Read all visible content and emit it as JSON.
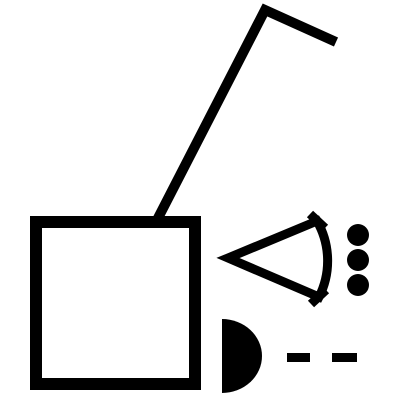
{
  "diagram": {
    "colors": {
      "background": "#ffffff",
      "stroke": "#000000"
    },
    "shapes": [
      {
        "name": "square-box",
        "kind": "outlined square"
      },
      {
        "name": "bent-arm-line",
        "kind": "polyline rising from top of square"
      },
      {
        "name": "triangle-fan",
        "kind": "triangle with arc edge"
      },
      {
        "name": "dot-column",
        "kind": "three filled dots"
      },
      {
        "name": "half-disc",
        "kind": "filled semicircle"
      },
      {
        "name": "dash-marks",
        "kind": "two short dashes"
      }
    ],
    "dot_count": 3,
    "dash_count": 2
  }
}
